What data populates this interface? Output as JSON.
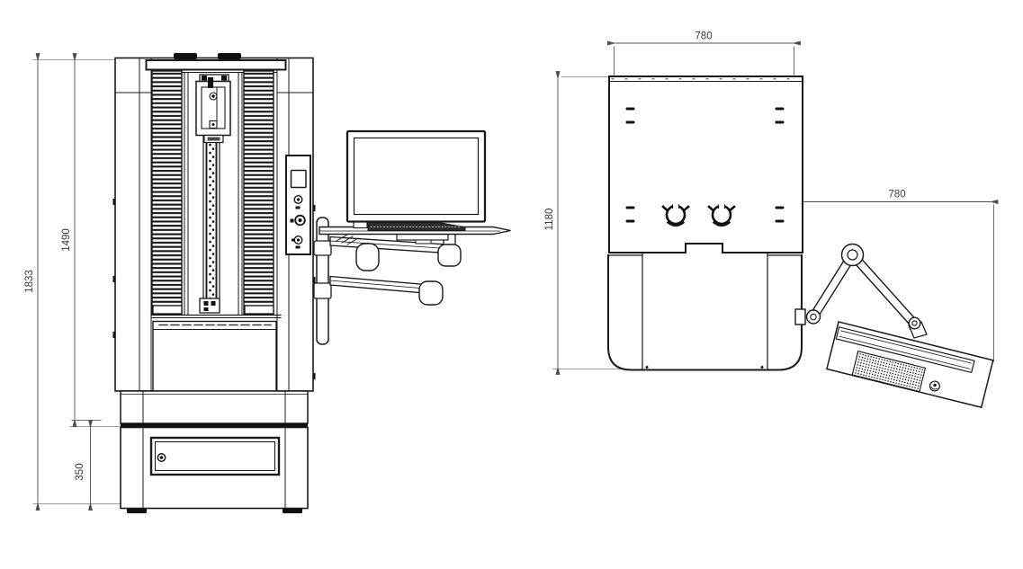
{
  "drawing": {
    "front_view": {
      "dim_total_height": "1833",
      "dim_frame_height": "1490",
      "dim_base_height": "350"
    },
    "top_view": {
      "dim_body_width": "780",
      "dim_body_depth": "1180",
      "dim_arm_reach": "780"
    },
    "colors": {
      "line": "#1a1a1a",
      "dim_line": "#4d4d4d",
      "ext_line": "#9c9c9c",
      "background": "#ffffff"
    }
  }
}
